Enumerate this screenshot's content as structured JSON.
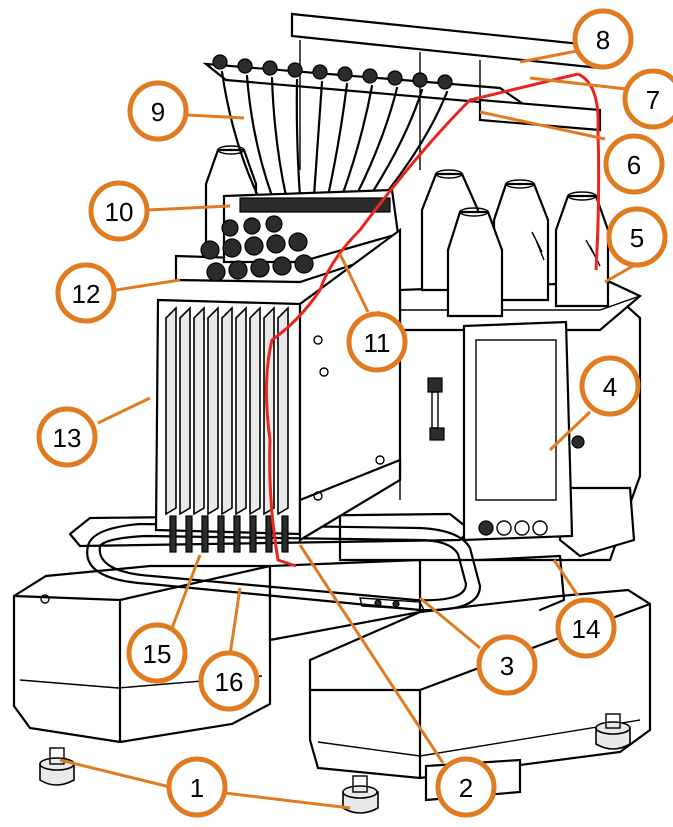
{
  "callouts": [
    {
      "id": "c1",
      "label": "1"
    },
    {
      "id": "c2",
      "label": "2"
    },
    {
      "id": "c3",
      "label": "3"
    },
    {
      "id": "c4",
      "label": "4"
    },
    {
      "id": "c5",
      "label": "5"
    },
    {
      "id": "c6",
      "label": "6"
    },
    {
      "id": "c7",
      "label": "7"
    },
    {
      "id": "c8",
      "label": "8"
    },
    {
      "id": "c9",
      "label": "9"
    },
    {
      "id": "c10",
      "label": "10"
    },
    {
      "id": "c11",
      "label": "11"
    },
    {
      "id": "c12",
      "label": "12"
    },
    {
      "id": "c13",
      "label": "13"
    },
    {
      "id": "c14",
      "label": "14"
    },
    {
      "id": "c15",
      "label": "15"
    },
    {
      "id": "c16",
      "label": "16"
    }
  ],
  "colors": {
    "callout_ring": "#e07b22",
    "thread": "#e8261e",
    "line_art": "#000000",
    "background": "#ffffff"
  }
}
